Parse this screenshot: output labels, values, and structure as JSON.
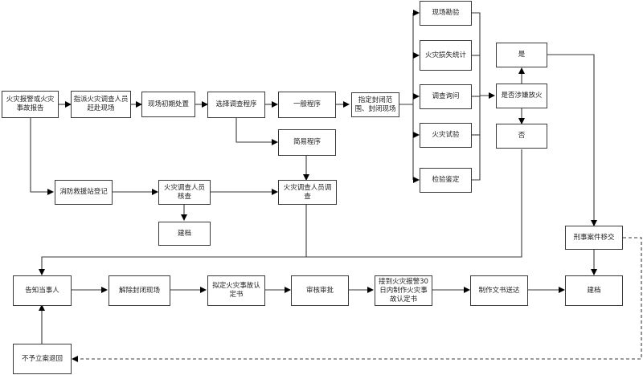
{
  "diagram": {
    "nodes": {
      "report": "火灾报警或火灾事故报告",
      "dispatch": "指派火灾调查人员赶赴现场",
      "initial": "现场初期处置",
      "select": "选择调查程序",
      "general": "一般程序",
      "simple": "简易程序",
      "seal": "指定封闭范围、封闭现场",
      "survey": "现场勘验",
      "loss": "火灾损失统计",
      "inquiry": "调查询问",
      "test": "火灾试验",
      "inspect": "检验鉴定",
      "arson_q": "是否涉嫌放火",
      "yes": "是",
      "no": "否",
      "station": "消防救援站登记",
      "verify": "火灾调查人员核查",
      "archive1": "建档",
      "investigate": "火灾调查人员调查",
      "criminal": "刑事案件移交",
      "notify": "告知当事人",
      "unseal": "解除封闭现场",
      "draft": "拟定火灾事故认定书",
      "approve": "审核审批",
      "issue30": "接到火灾报警30日内制作火灾事故认定书",
      "deliver": "制作文书送达",
      "archive2": "建档",
      "reject": "不予立案退回"
    }
  }
}
